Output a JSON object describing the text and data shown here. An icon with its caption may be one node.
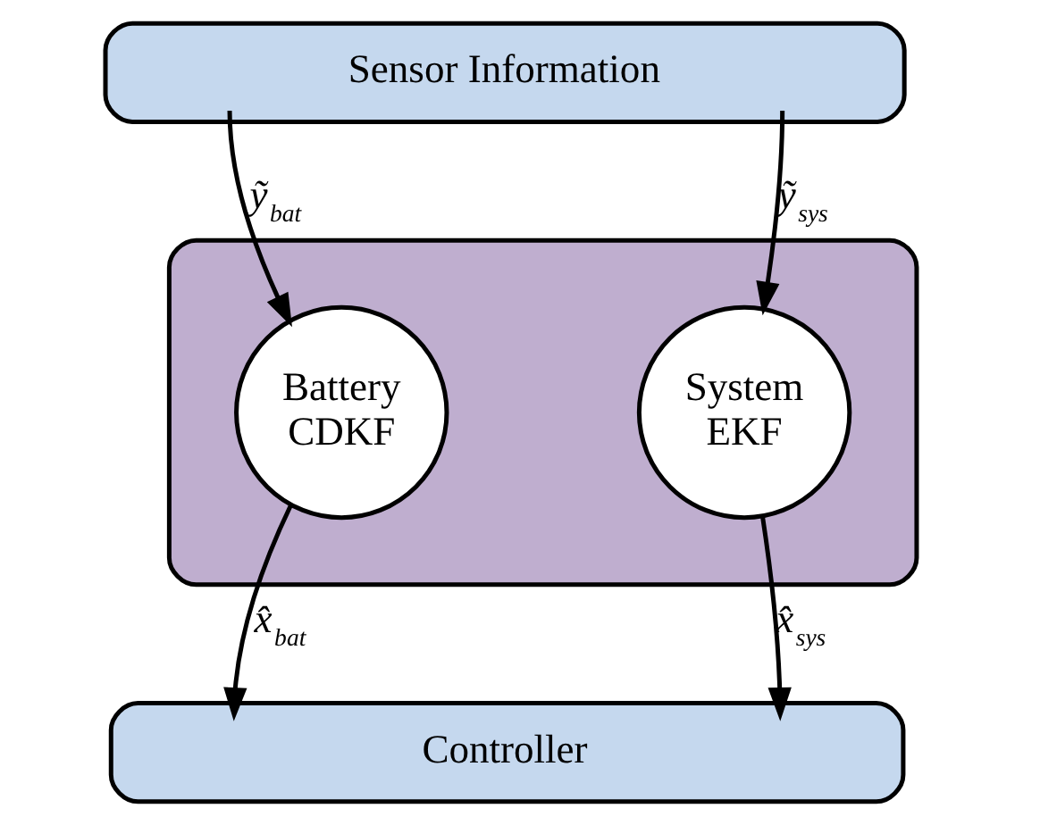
{
  "diagram": {
    "nodes": [
      {
        "text": [
          "Sensor Information"
        ]
      },
      {
        "text": [],
        "shape": "box"
      },
      {
        "text": [
          "Battery CDKF"
        ],
        "in": 1
      },
      {
        "text": [
          "System EKF"
        ],
        "in": 1
      },
      {
        "text": [
          "Controller"
        ]
      }
    ],
    "edges": [
      {
        "from": 0,
        "to": 2,
        "arrow": "to",
        "label": "ỹ$_{bat}$"
      },
      {
        "from": 0,
        "to": 3,
        "arrow": "to",
        "label": "ỹ$_{sys}$"
      },
      {
        "from": 2,
        "to": 4,
        "arrow": "to",
        "label": "x̂$_{bat}$"
      },
      {
        "from": 3,
        "to": 4,
        "arrow": "to",
        "label": "x̂$_{sys}$"
      }
    ]
  }
}
